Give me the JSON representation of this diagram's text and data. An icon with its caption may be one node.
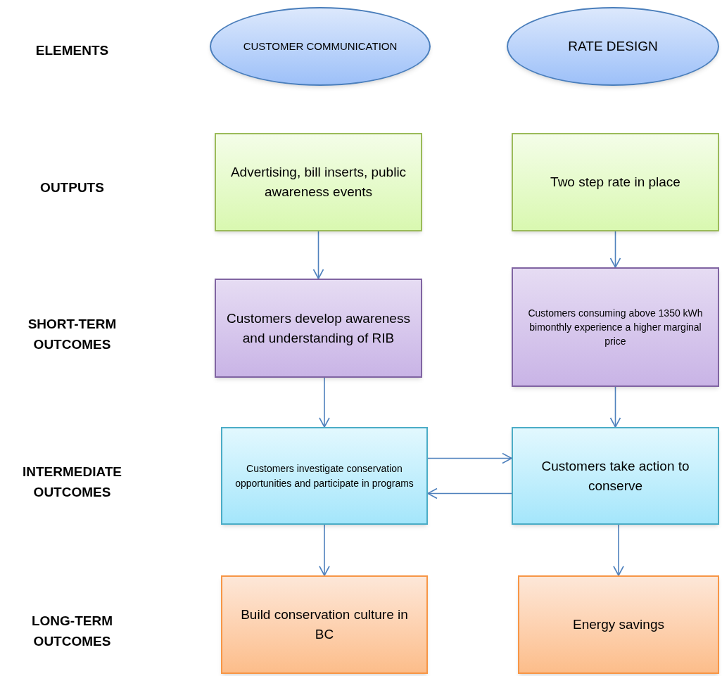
{
  "diagram": {
    "nodes": [
      {
        "text": [
          "CUSTOMER COMMUNICATION"
        ]
      },
      {
        "text": [
          "RATE DESIGN"
        ]
      },
      {
        "text": [
          "Advertising, bill inserts, public awareness events"
        ]
      },
      {
        "text": [
          "Two step rate in place"
        ]
      },
      {
        "text": [
          "Customers develop awareness and understanding of RIB"
        ]
      },
      {
        "text": [
          "Customers consuming above 1350 kWh bimonthly experience a higher marginal price"
        ]
      },
      {
        "text": [
          "Customers investigate conservation opportunities and participate in programs"
        ]
      },
      {
        "text": [
          "Customers take action to conserve"
        ]
      },
      {
        "text": [
          "Build conservation culture in BC"
        ]
      },
      {
        "text": [
          "Energy savings"
        ]
      }
    ],
    "edges": [
      {
        "from": 2,
        "to": 4,
        "arrow": "to"
      },
      {
        "from": 3,
        "to": 5,
        "arrow": "to"
      },
      {
        "from": 4,
        "to": 6,
        "arrow": "to"
      },
      {
        "from": 5,
        "to": 7,
        "arrow": "to"
      },
      {
        "from": 6,
        "to": 7,
        "arrow": "to"
      },
      {
        "from": 7,
        "to": 6,
        "arrow": "to"
      },
      {
        "from": 6,
        "to": 8,
        "arrow": "to"
      },
      {
        "from": 7,
        "to": 9,
        "arrow": "to"
      }
    ],
    "labels": [
      "ELEMENTS",
      "OUTPUTS",
      "SHORT-TERM OUTCOMES",
      "INTERMEDIATE OUTCOMES",
      "LONG-TERM OUTCOMES"
    ]
  }
}
